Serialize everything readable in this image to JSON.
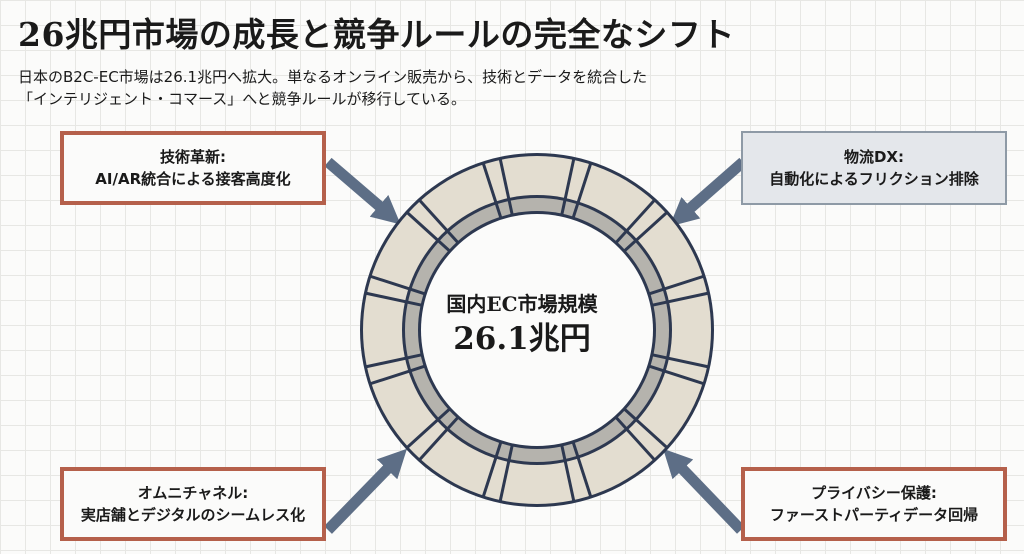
{
  "title": "26兆円市場の成長と競争ルールの完全なシフト",
  "subtitle": {
    "line1": "日本のB2C-EC市場は26.1兆円へ拡大。単なるオンライン販売から、技術とデータを統合した",
    "line2": "「インテリジェント・コマース」へと競争ルールが移行している。"
  },
  "center": {
    "label": "国内EC市場規模",
    "value": "26.1兆円"
  },
  "factors": {
    "top_left": {
      "heading": "技術革新:",
      "body": "AI/AR統合による接客高度化"
    },
    "top_right": {
      "heading": "物流DX:",
      "body": "自動化によるフリクション排除"
    },
    "bottom_left": {
      "heading": "オムニチャネル:",
      "body": "実店舗とデジタルのシームレス化"
    },
    "bottom_right": {
      "heading": "プライバシー保護:",
      "body": "ファーストパーティデータ回帰"
    }
  },
  "colors": {
    "ring_fill": "#e3ddd0",
    "ring_stroke": "#2d3850",
    "inner_band": "#b5b3ad",
    "arrow": "#5d6e86",
    "accent_border": "#b5604b",
    "plain_box": "#e4e7eb"
  }
}
